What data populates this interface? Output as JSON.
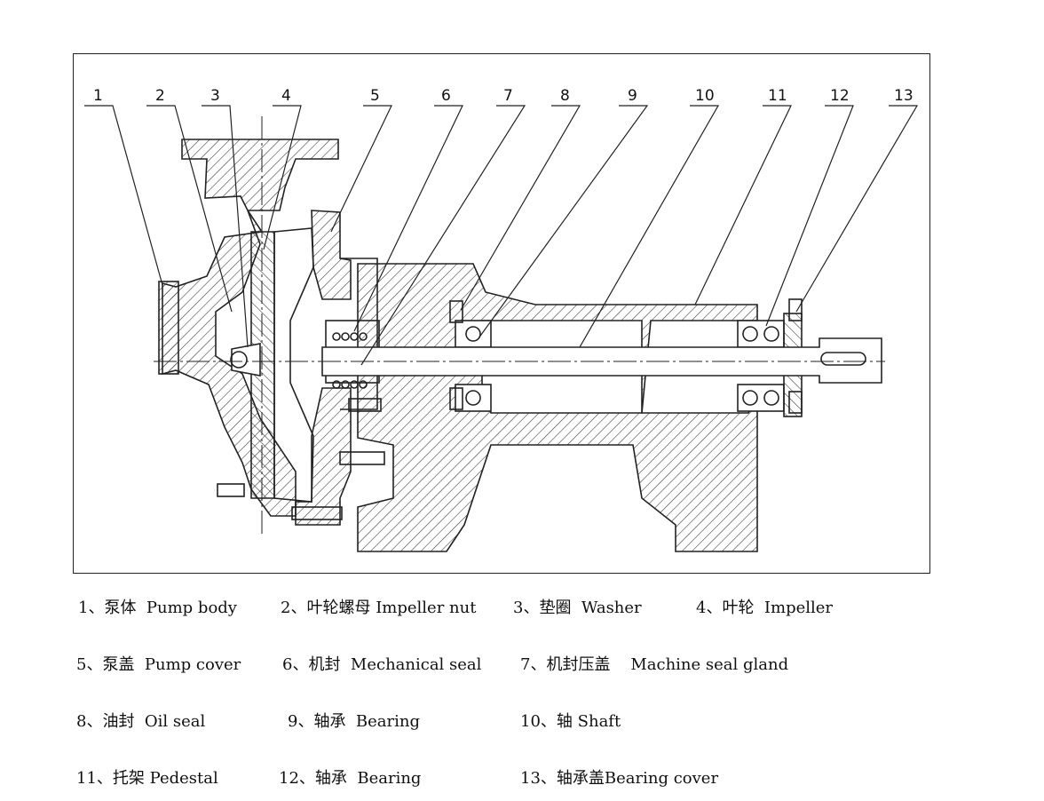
{
  "callouts": [
    "1",
    "2",
    "3",
    "4",
    "5",
    "6",
    "7",
    "8",
    "9",
    "10",
    "11",
    "12",
    "13"
  ],
  "legend": [
    {
      "num": "1、",
      "zh": "泵体",
      "en": "Pump body"
    },
    {
      "num": "2、",
      "zh": "叶轮螺母",
      "en": "Impeller nut"
    },
    {
      "num": "3、",
      "zh": "垫圈",
      "en": "Washer"
    },
    {
      "num": "4、",
      "zh": "叶轮",
      "en": "Impeller"
    },
    {
      "num": "5、",
      "zh": "泵盖",
      "en": "Pump cover"
    },
    {
      "num": "6、",
      "zh": "机封",
      "en": "Mechanical seal"
    },
    {
      "num": "7、",
      "zh": "机封压盖",
      "en": "Machine seal gland"
    },
    {
      "num": "8、",
      "zh": "油封",
      "en": "Oil seal"
    },
    {
      "num": "9、",
      "zh": "轴承",
      "en": "Bearing"
    },
    {
      "num": "10、",
      "zh": "轴",
      "en": "Shaft"
    },
    {
      "num": "11、",
      "zh": "托架",
      "en": "Pedestal"
    },
    {
      "num": "12、",
      "zh": "轴承",
      "en": "Bearing"
    },
    {
      "num": "13、",
      "zh": "轴承盖",
      "en": "Bearing cover"
    }
  ]
}
